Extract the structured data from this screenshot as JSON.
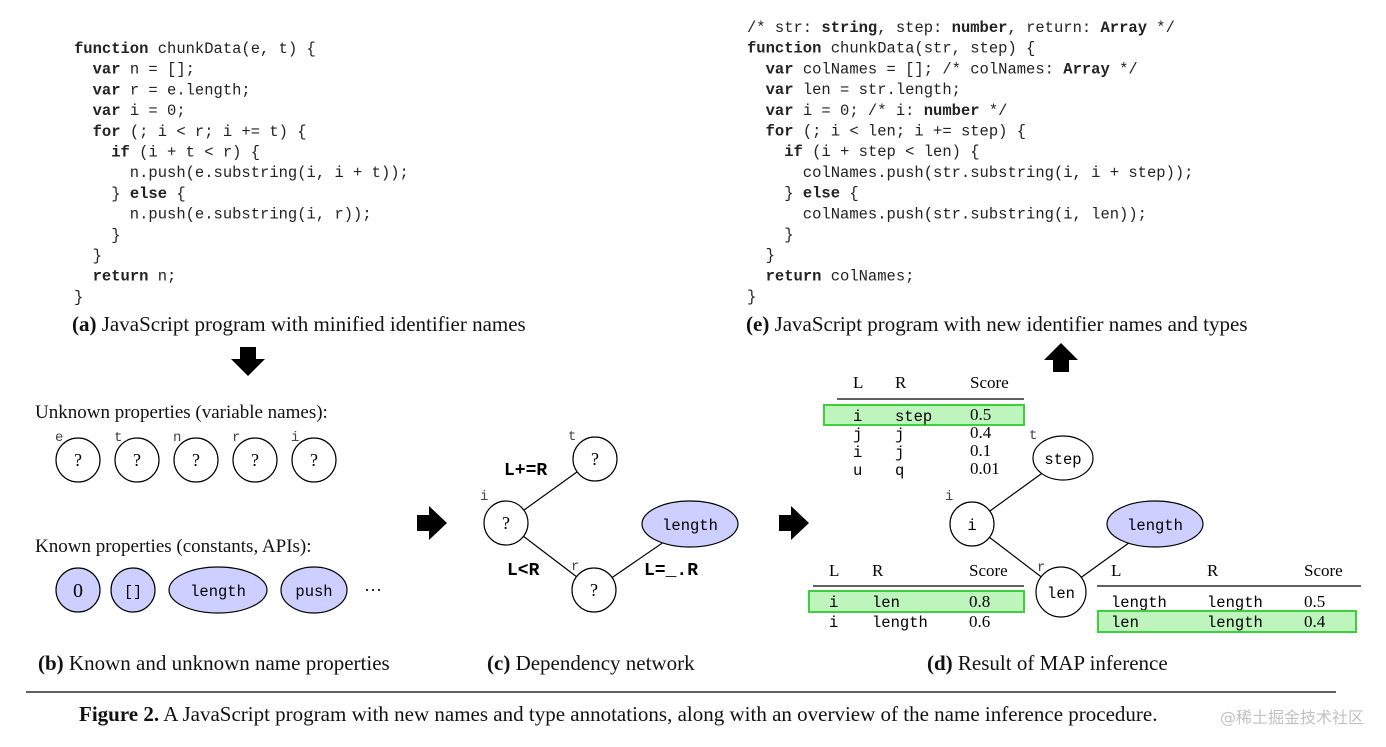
{
  "panel_a": {
    "code": [
      [
        {
          "t": "function",
          "k": 1
        },
        {
          "t": " chunkData(e, t) {"
        }
      ],
      [
        {
          "t": "  "
        },
        {
          "t": "var",
          "k": 1
        },
        {
          "t": " n = [];"
        }
      ],
      [
        {
          "t": "  "
        },
        {
          "t": "var",
          "k": 1
        },
        {
          "t": " r = e.length;"
        }
      ],
      [
        {
          "t": "  "
        },
        {
          "t": "var",
          "k": 1
        },
        {
          "t": " i = 0;"
        }
      ],
      [
        {
          "t": "  "
        },
        {
          "t": "for",
          "k": 1
        },
        {
          "t": " (; i < r; i += t) {"
        }
      ],
      [
        {
          "t": "    "
        },
        {
          "t": "if",
          "k": 1
        },
        {
          "t": " (i + t < r) {"
        }
      ],
      [
        {
          "t": "      n.push(e.substring(i, i + t));"
        }
      ],
      [
        {
          "t": "    } "
        },
        {
          "t": "else",
          "k": 1
        },
        {
          "t": " {"
        }
      ],
      [
        {
          "t": "      n.push(e.substring(i, r));"
        }
      ],
      [
        {
          "t": "    }"
        }
      ],
      [
        {
          "t": "  }"
        }
      ],
      [
        {
          "t": "  "
        },
        {
          "t": "return",
          "k": 1
        },
        {
          "t": " n;"
        }
      ],
      [
        {
          "t": "}"
        }
      ]
    ],
    "caption_label": "(a)",
    "caption_text": " JavaScript program with minified identifier names"
  },
  "panel_e": {
    "code": [
      [
        {
          "t": "/* str: "
        },
        {
          "t": "string",
          "k": 1
        },
        {
          "t": ", step: "
        },
        {
          "t": "number",
          "k": 1
        },
        {
          "t": ", return: "
        },
        {
          "t": "Array",
          "k": 1
        },
        {
          "t": " */"
        }
      ],
      [
        {
          "t": "function",
          "k": 1
        },
        {
          "t": " chunkData(str, step) {"
        }
      ],
      [
        {
          "t": "  "
        },
        {
          "t": "var",
          "k": 1
        },
        {
          "t": " colNames = []; /* colNames: "
        },
        {
          "t": "Array",
          "k": 1
        },
        {
          "t": " */"
        }
      ],
      [
        {
          "t": "  "
        },
        {
          "t": "var",
          "k": 1
        },
        {
          "t": " len = str.length;"
        }
      ],
      [
        {
          "t": "  "
        },
        {
          "t": "var",
          "k": 1
        },
        {
          "t": " i = 0; /* i: "
        },
        {
          "t": "number",
          "k": 1
        },
        {
          "t": " */"
        }
      ],
      [
        {
          "t": "  "
        },
        {
          "t": "for",
          "k": 1
        },
        {
          "t": " (; i < len; i += step) {"
        }
      ],
      [
        {
          "t": "    "
        },
        {
          "t": "if",
          "k": 1
        },
        {
          "t": " (i + step < len) {"
        }
      ],
      [
        {
          "t": "      colNames.push(str.substring(i, i + step));"
        }
      ],
      [
        {
          "t": "    } "
        },
        {
          "t": "else",
          "k": 1
        },
        {
          "t": " {"
        }
      ],
      [
        {
          "t": "      colNames.push(str.substring(i, len));"
        }
      ],
      [
        {
          "t": "    }"
        }
      ],
      [
        {
          "t": "  }"
        }
      ],
      [
        {
          "t": "  "
        },
        {
          "t": "return",
          "k": 1
        },
        {
          "t": " colNames;"
        }
      ],
      [
        {
          "t": "}"
        }
      ]
    ],
    "caption_label": "(e)",
    "caption_text": " JavaScript program with new identifier names and types"
  },
  "panel_b": {
    "unknown_title": "Unknown properties (variable names):",
    "unknown": [
      {
        "name": "e",
        "label": "?"
      },
      {
        "name": "t",
        "label": "?"
      },
      {
        "name": "n",
        "label": "?"
      },
      {
        "name": "r",
        "label": "?"
      },
      {
        "name": "i",
        "label": "?"
      }
    ],
    "known_title": "Known properties (constants, APIs):",
    "known": [
      "0",
      "[]",
      "length",
      "push"
    ],
    "ellipsis": "···",
    "caption_label": "(b)",
    "caption_text": " Known and unknown name properties"
  },
  "panel_c": {
    "nodes": {
      "t": "?",
      "i": "?",
      "r": "?",
      "length": "length"
    },
    "node_names": {
      "t": "t",
      "i": "i",
      "r": "r"
    },
    "edges": {
      "ti": "L+=R",
      "ir": "L<R",
      "rl": "L=_.R"
    },
    "caption_label": "(c)",
    "caption_text": " Dependency network"
  },
  "panel_d": {
    "nodes": {
      "step": "step",
      "i": "i",
      "len": "len",
      "length": "length"
    },
    "node_names": {
      "t": "t",
      "i": "i",
      "r": "r"
    },
    "table_top": {
      "headers": [
        "L",
        "R",
        "Score"
      ],
      "rows": [
        [
          "i",
          "step",
          "0.5"
        ],
        [
          "j",
          "j",
          "0.4"
        ],
        [
          "i",
          "j",
          "0.1"
        ],
        [
          "u",
          "q",
          "0.01"
        ]
      ]
    },
    "table_left": {
      "headers": [
        "L",
        "R",
        "Score"
      ],
      "rows": [
        [
          "i",
          "len",
          "0.8"
        ],
        [
          "i",
          "length",
          "0.6"
        ]
      ]
    },
    "table_right": {
      "headers": [
        "L",
        "R",
        "Score"
      ],
      "rows": [
        [
          "length",
          "length",
          "0.5"
        ],
        [
          "len",
          "length",
          "0.4"
        ]
      ]
    },
    "caption_label": "(d)",
    "caption_text": " Result of MAP inference"
  },
  "figure_caption": {
    "label": "Figure 2.",
    "text": " A JavaScript program with new names and type annotations, along with an overview of the name inference procedure."
  },
  "watermark": "@稀土掘金技术社区",
  "colors": {
    "node_fill": "#cccfff",
    "highlight_fill": "#bdf5bd",
    "highlight_stroke": "#3cd03c"
  }
}
